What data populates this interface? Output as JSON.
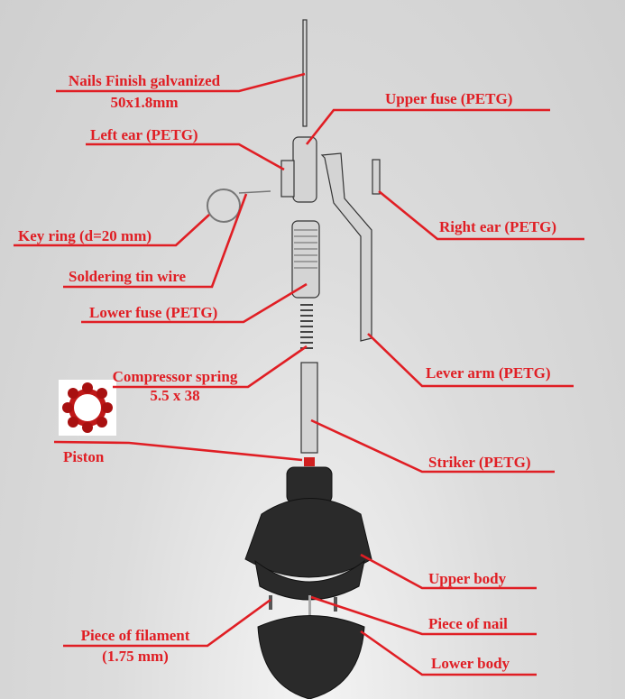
{
  "labels": {
    "nails": "Nails Finish galvanized",
    "nails_size": "50x1.8mm",
    "upper_fuse": "Upper fuse (PETG)",
    "left_ear": "Left ear (PETG)",
    "key_ring": "Key ring (d=20 mm)",
    "soldering": "Soldering tin wire",
    "lower_fuse": "Lower fuse (PETG)",
    "spring": "Compressor spring",
    "spring_size": "5.5 x 38",
    "piston": "Piston",
    "right_ear": "Right ear (PETG)",
    "lever_arm": "Lever arm (PETG)",
    "striker": "Striker (PETG)",
    "upper_body": "Upper body",
    "filament": "Piece of filament",
    "filament_size": "(1.75 mm)",
    "nail_piece": "Piece of nail",
    "lower_body": "Lower body"
  },
  "colors": {
    "label": "#e01e24",
    "piston": "#b01010"
  }
}
